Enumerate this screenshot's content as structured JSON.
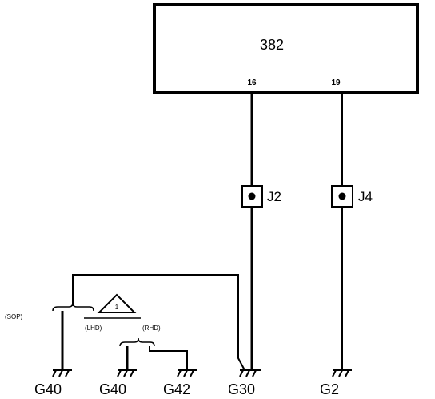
{
  "component": {
    "label": "382",
    "pins": [
      {
        "number": "16"
      },
      {
        "number": "19"
      }
    ]
  },
  "connectors": [
    {
      "label": "J2"
    },
    {
      "label": "J4"
    }
  ],
  "grounds": [
    {
      "label": "G40"
    },
    {
      "label": "G40"
    },
    {
      "label": "G42"
    },
    {
      "label": "G30"
    },
    {
      "label": "G2"
    }
  ],
  "branch_labels": {
    "sop": "(SOP)",
    "lhd": "(LHD)",
    "rhd": "(RHD)"
  },
  "note_flag": "1",
  "colors": {
    "line": "#000000",
    "background": "#ffffff"
  }
}
